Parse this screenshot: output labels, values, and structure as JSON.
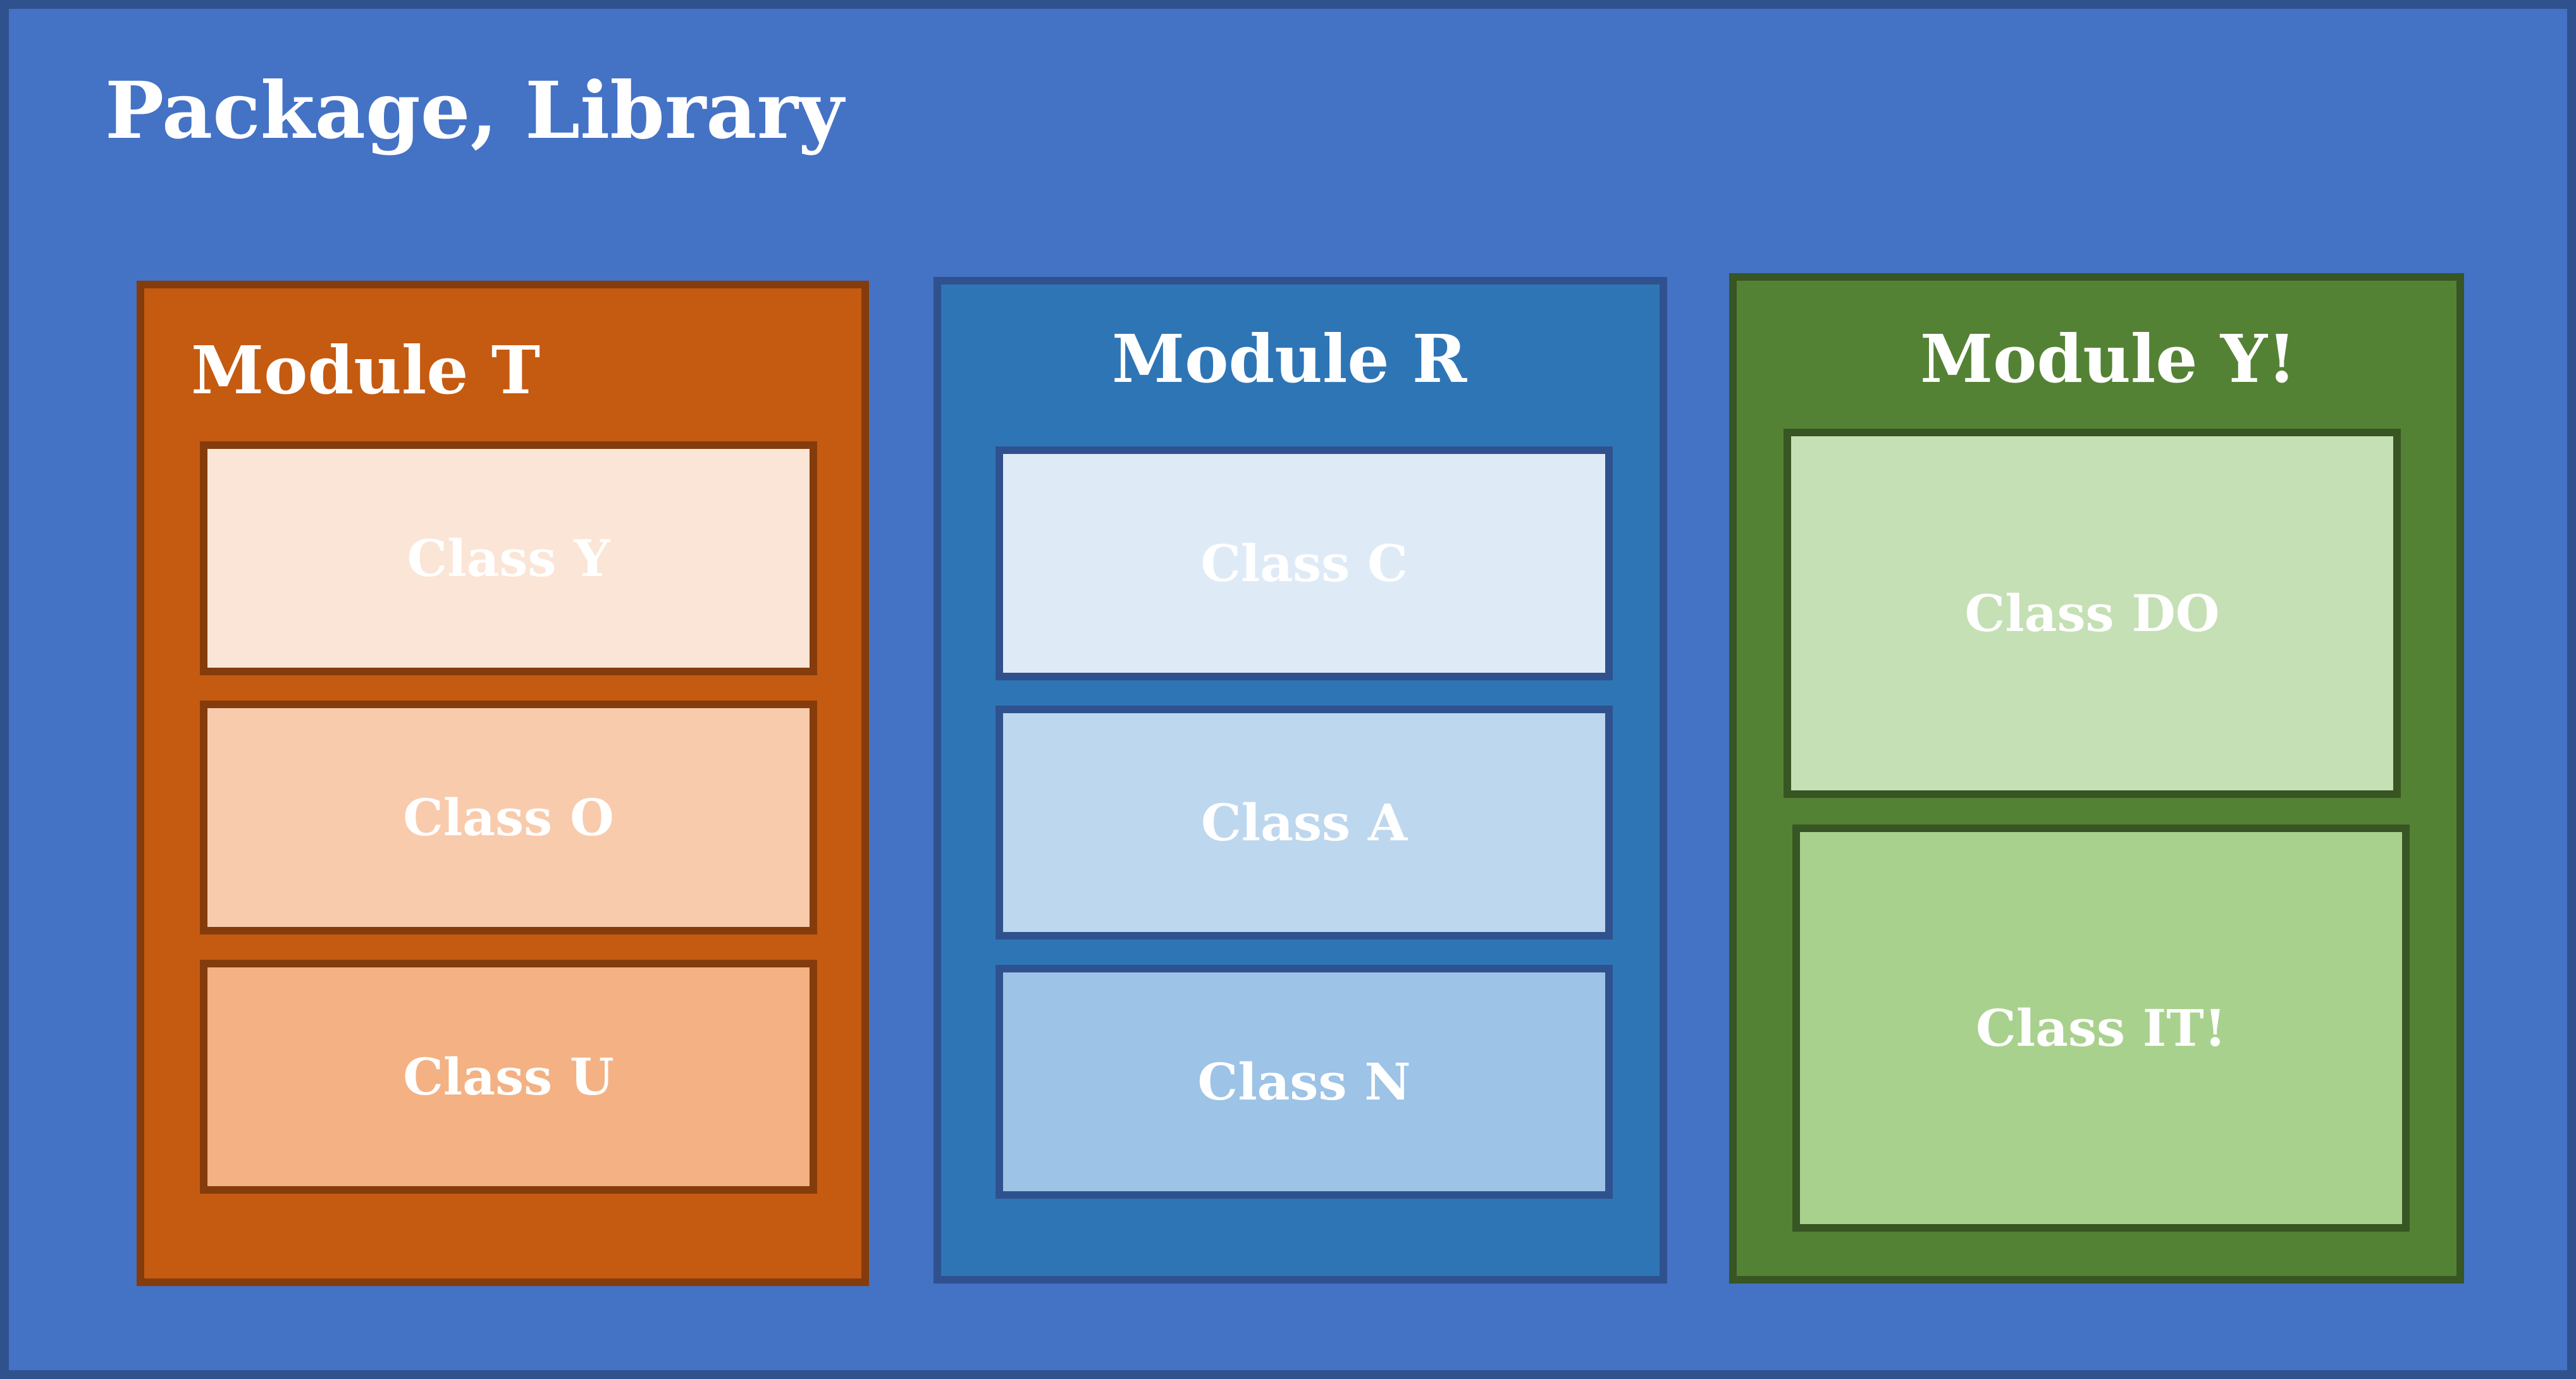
{
  "package": {
    "title": "Package, Library"
  },
  "modules": [
    {
      "title": "Module T",
      "classes": [
        "Class Y",
        "Class O",
        "Class U"
      ]
    },
    {
      "title": "Module R",
      "classes": [
        "Class C",
        "Class A",
        "Class N"
      ]
    },
    {
      "title": "Module Y!",
      "classes": [
        "Class DO",
        "Class IT!"
      ]
    }
  ],
  "colors": {
    "package_fill": "#4472C4",
    "package_border": "#2F528F",
    "module_t_fill": "#C55A11",
    "module_t_border": "#843C0C",
    "module_r_fill": "#2E75B6",
    "module_r_border": "#2F528F",
    "module_y_fill": "#548235",
    "module_y_border": "#375623",
    "class_y_fill": "#FBE5D6",
    "class_o_fill": "#F8CBAD",
    "class_u_fill": "#F4B183",
    "class_c_fill": "#DEEBF7",
    "class_a_fill": "#BDD7EE",
    "class_n_fill": "#9DC3E6",
    "class_do_fill": "#C5E0B4",
    "class_it_fill": "#A9D18E"
  }
}
